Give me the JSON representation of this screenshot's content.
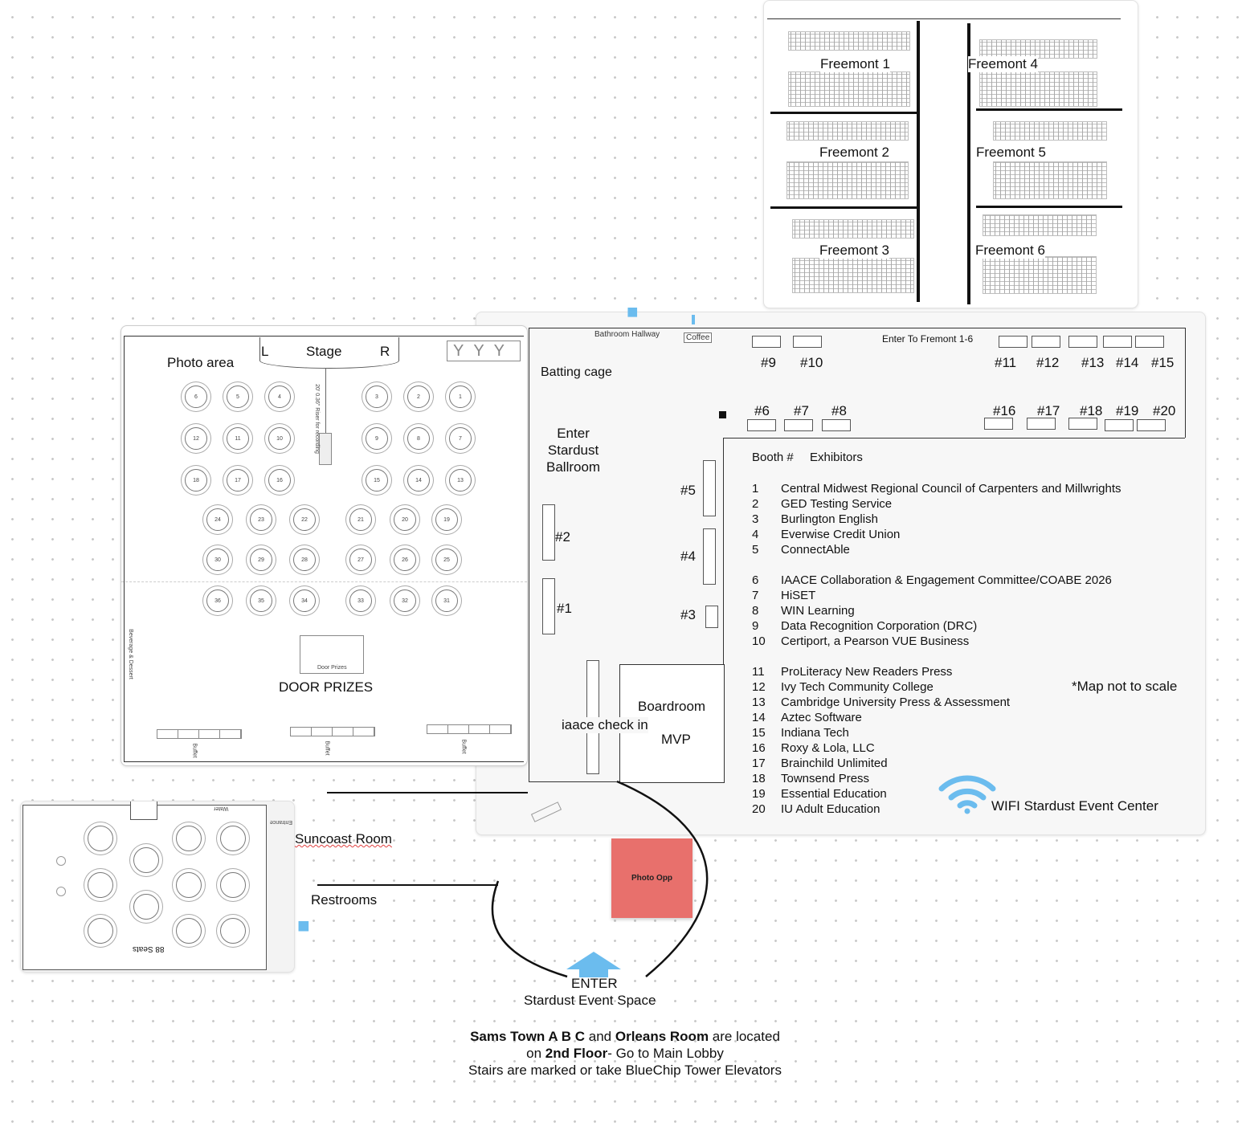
{
  "fremont": {
    "rooms": [
      "Freemont 1",
      "Freemont 2",
      "Freemont 3",
      "Freemont 4",
      "Freemont 5",
      "Freemont 6"
    ]
  },
  "ballroom": {
    "photo_area": "Photo area",
    "stage": "Stage",
    "stage_left": "L",
    "stage_right": "R",
    "riser": "20' 0.36\" Riser for recording",
    "door_prizes_small": "Door Prizes",
    "door_prizes": "DOOR PRIZES",
    "beverage": "Beverage & Dessert",
    "buffet": "Buffet",
    "tables_upper": [
      6,
      5,
      4,
      3,
      2,
      1,
      12,
      11,
      10,
      9,
      8,
      7,
      18,
      17,
      16,
      15,
      14,
      13
    ],
    "tables_lower": [
      24,
      23,
      22,
      21,
      20,
      19,
      30,
      29,
      28,
      27,
      26,
      25,
      36,
      35,
      34,
      33,
      32,
      31
    ]
  },
  "hall": {
    "bathroom_hallway": "Bathroom Hallway",
    "coffee": "Coffee",
    "enter_fremont": "Enter To Fremont 1-6",
    "batting_cage": "Batting cage",
    "enter_stardust": "Enter\nStardust\nBallroom",
    "boardroom": "Boardroom",
    "mvp": "MVP",
    "checkin": "iaace check in",
    "booths": {
      "b1": "#1",
      "b2": "#2",
      "b3": "#3",
      "b4": "#4",
      "b5": "#5",
      "b6": "#6",
      "b7": "#7",
      "b8": "#8",
      "b9": "#9",
      "b10": "#10",
      "b11": "#11",
      "b12": "#12",
      "b13": "#13",
      "b14": "#14",
      "b15": "#15",
      "b16": "#16",
      "b17": "#17",
      "b18": "#18",
      "b19": "#19",
      "b20": "#20"
    }
  },
  "exhibitors": {
    "header_booth": "Booth #",
    "header_name": "Exhibitors",
    "groups": [
      [
        [
          "1",
          "Central Midwest Regional Council of Carpenters and Millwrights"
        ],
        [
          "2",
          "GED Testing Service"
        ],
        [
          "3",
          "Burlington English"
        ],
        [
          "4",
          "Everwise Credit Union"
        ],
        [
          "5",
          "ConnectAble"
        ]
      ],
      [
        [
          "6",
          "IAACE Collaboration & Engagement Committee/COABE 2026"
        ],
        [
          "7",
          "HiSET"
        ],
        [
          "8",
          "WIN Learning"
        ],
        [
          "9",
          "Data Recognition Corporation (DRC)"
        ],
        [
          "10",
          "Certiport, a Pearson VUE Business"
        ]
      ],
      [
        [
          "11",
          "ProLiteracy New Readers Press"
        ],
        [
          "12",
          "Ivy Tech Community College"
        ],
        [
          "13",
          "Cambridge University Press & Assessment"
        ],
        [
          "14",
          "Aztec Software"
        ],
        [
          "15",
          "Indiana Tech"
        ],
        [
          "16",
          "Roxy & Lola, LLC"
        ],
        [
          "17",
          "Brainchild Unlimited"
        ],
        [
          "18",
          "Townsend Press"
        ],
        [
          "19",
          "Essential Education"
        ],
        [
          "20",
          "IU Adult Education"
        ]
      ]
    ],
    "not_to_scale": "*Map not to scale",
    "wifi": "WIFI Stardust Event Center"
  },
  "suncoast": {
    "label": "Suncoast Room",
    "seats": "88 Seats",
    "entrance": "Entrance",
    "water": "Water"
  },
  "restrooms": "Restrooms",
  "photo_opp": "Photo Opp",
  "enter": {
    "line1": "ENTER",
    "line2": "Stardust Event Space"
  },
  "footer": {
    "p1_b1": "Sams Town A B C",
    "p1_t1": " and ",
    "p1_b2": "Orleans Room",
    "p1_t2": " are located",
    "p2_t1": "on ",
    "p2_b1": "2nd Floor",
    "p2_t2": "- Go to Main Lobby",
    "p3": "Stairs are marked or take BlueChip Tower Elevators"
  },
  "colors": {
    "photo_opp": "#e8706c",
    "icon_blue": "#6bbcee"
  }
}
